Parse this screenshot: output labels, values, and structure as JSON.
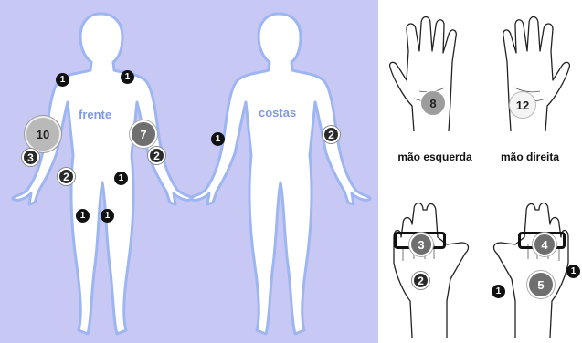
{
  "body_map": {
    "front_label": "frente",
    "back_label": "costas",
    "front_badges": {
      "left_shoulder": "1",
      "right_shoulder": "1",
      "right_upper_arm": "10",
      "right_wrist": "3",
      "left_forearm": "7",
      "left_wrist": "2",
      "right_hip": "2",
      "left_hip": "1",
      "right_knee": "1",
      "left_knee": "1"
    },
    "back_badges": {
      "left_elbow": "1",
      "right_elbow": "2"
    }
  },
  "hands": {
    "left_palm_label": "mão esquerda",
    "right_palm_label": "mão direita",
    "left_palm_count": "8",
    "right_palm_count": "12",
    "left_back_fingers": "3",
    "left_back_hand": "2",
    "right_back_fingers": "4",
    "right_back_hand": "5",
    "right_back_thumb": "1",
    "right_back_wrist": "1"
  },
  "colors": {
    "panel_bg": "#c8c8f4",
    "figure_outline": "#9db5f0",
    "label_blue": "#7f98e8"
  }
}
